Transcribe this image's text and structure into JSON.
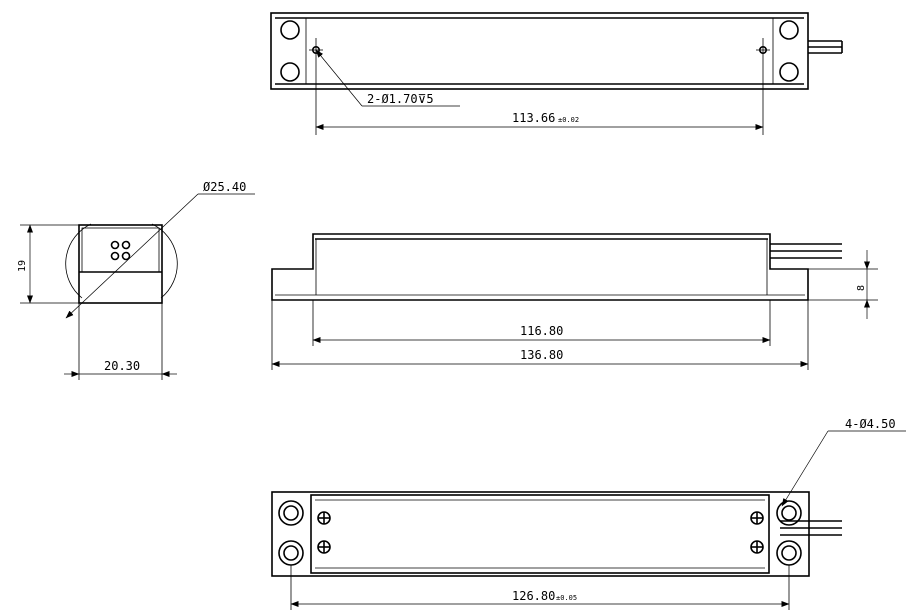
{
  "annotations": {
    "hole_callout": "2-Ø1.70⊽5",
    "top_length": "113.66",
    "top_length_tol": "±0.02",
    "circle_dia": "Ø25.40",
    "end_height": "19",
    "end_width": "20.30",
    "body_length": "116.80",
    "overall_length": "136.80",
    "flange_thickness": "8",
    "mount_hole_callout": "4-Ø4.50",
    "hole_spacing": "126.80",
    "hole_spacing_tol": "±0.05"
  }
}
